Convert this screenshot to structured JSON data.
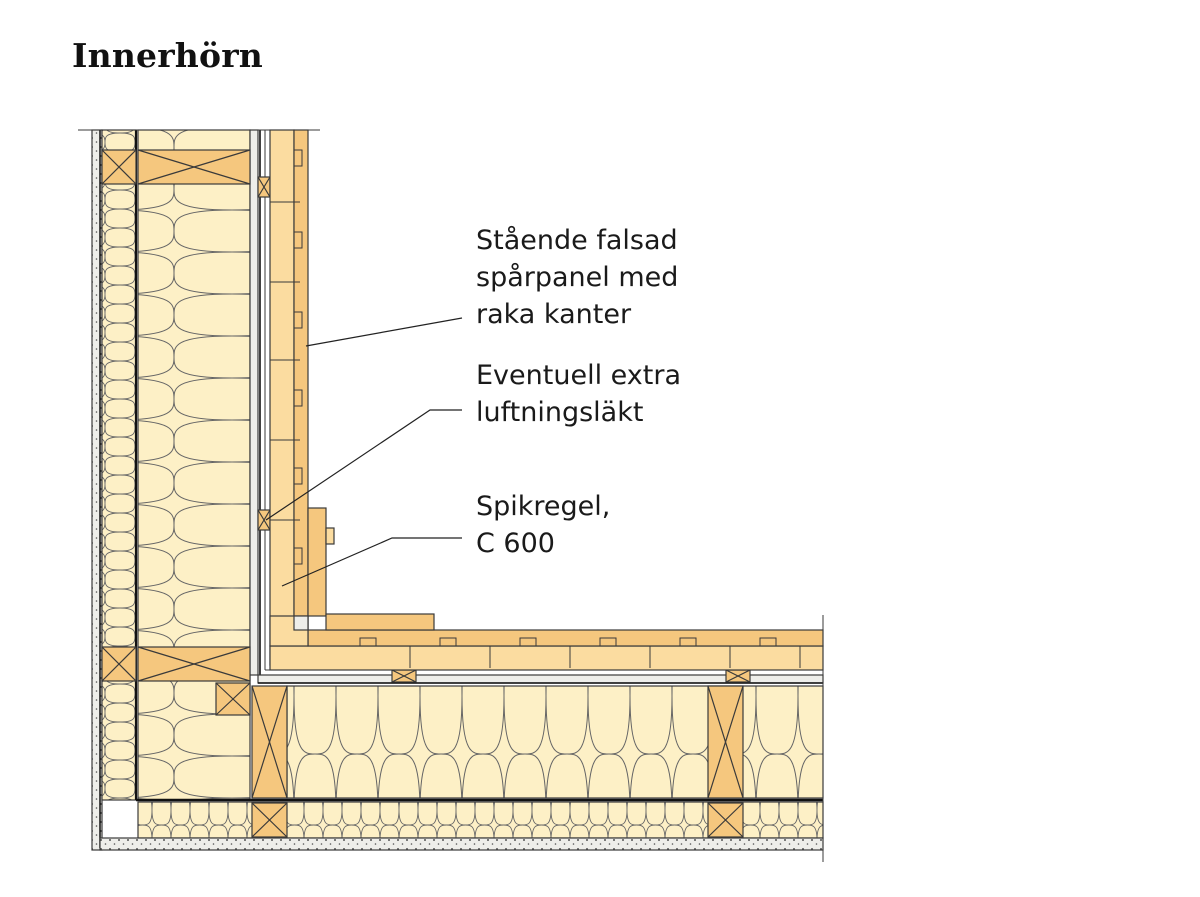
{
  "title": "Innerhörn",
  "callouts": [
    {
      "lines": [
        "Stående falsad",
        "spårpanel med",
        "raka kanter"
      ]
    },
    {
      "lines": [
        "Eventuell extra",
        "luftningsläkt"
      ]
    },
    {
      "lines": [
        "Spikregel,",
        "C 600"
      ]
    }
  ],
  "colors": {
    "wood": "#f5c77e",
    "wood_light": "#fbdca0",
    "insulation": "#fdf0c6",
    "board": "#eeeeea",
    "line": "#3a3a3a"
  }
}
